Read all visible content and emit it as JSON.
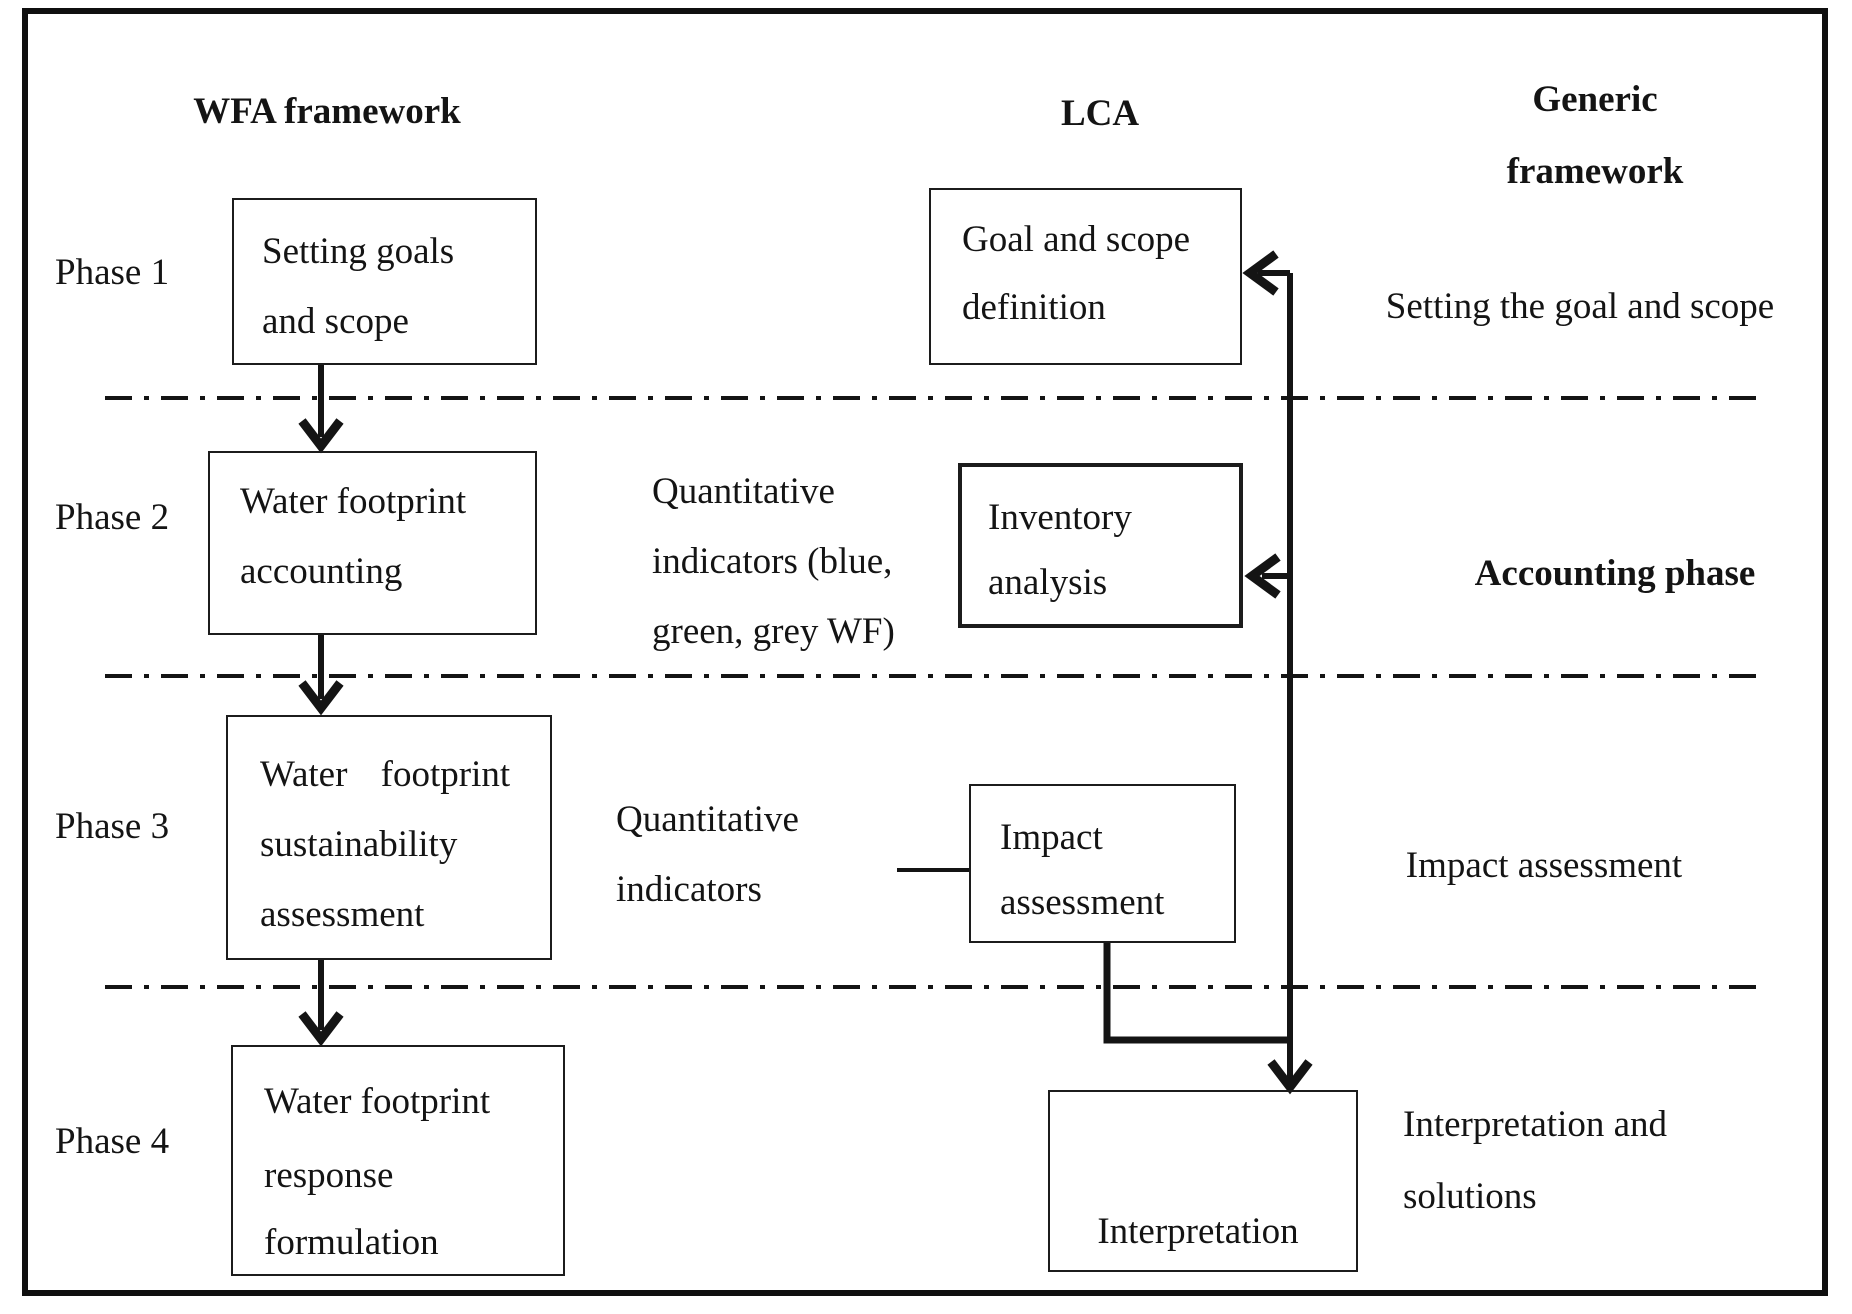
{
  "headers": {
    "wfa": "WFA framework",
    "lca": "LCA",
    "generic_line1": "Generic",
    "generic_line2": "framework"
  },
  "phases": {
    "p1": "Phase 1",
    "p2": "Phase 2",
    "p3": "Phase 3",
    "p4": "Phase 4"
  },
  "wfa_boxes": {
    "box1": {
      "line1": "Setting goals",
      "line2": "and scope"
    },
    "box2": {
      "line1": "Water footprint",
      "line2": "accounting"
    },
    "box3": {
      "line1": "Water footprint",
      "line2": "sustainability",
      "line3": "assessment"
    },
    "box4": {
      "line1": "Water footprint",
      "line2": "response",
      "line3": "formulation"
    }
  },
  "lca_boxes": {
    "goal_scope": {
      "line1": "Goal and scope",
      "line2": "definition"
    },
    "inventory": {
      "line1": "Inventory",
      "line2": "analysis"
    },
    "impact": {
      "line1": "Impact",
      "line2": "assessment"
    },
    "interpretation": {
      "line1": "Interpretation"
    }
  },
  "annotations": {
    "phase2_indicators": {
      "line1": "Quantitative",
      "line2": "indicators (blue,",
      "line3": "green, grey WF)"
    },
    "phase3_indicators": {
      "line1": "Quantitative",
      "line2": "indicators"
    }
  },
  "generic_framework": {
    "phase1": "Setting the goal and scope",
    "phase2": "Accounting phase",
    "phase3": "Impact assessment",
    "phase4_line1": "Interpretation and",
    "phase4_line2": "solutions"
  },
  "colors": {
    "ink": "#141414",
    "background": "#ffffff"
  }
}
